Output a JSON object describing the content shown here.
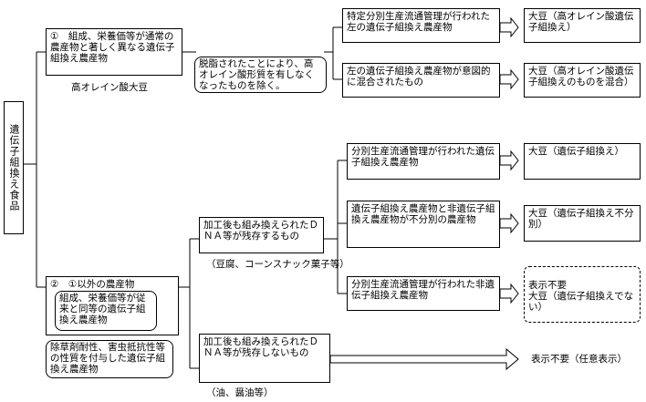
{
  "root": {
    "label": "遺伝子組換え食品"
  },
  "cat1": {
    "label": "①　組成、栄養価等が通常の農産物と著しく異なる遺伝子組換え農産物",
    "example": "高オレイン酸大豆",
    "note": "脱脂されたことにより、高オレイン酸形質を有しなくなったものを除く。",
    "rows": [
      {
        "condition": "特定分別生産流通管理が行われた左の遺伝子組換え農産物",
        "result": "大豆（高オレイン酸遺伝子組換え）"
      },
      {
        "condition": "左の遺伝子組換え農産物が意図的に混合されたもの",
        "result": "大豆（高オレイン酸遺伝子組換えのものを混合）"
      }
    ]
  },
  "cat2": {
    "label": "②　①以外の農産物",
    "note1": "組成、栄養価等が従来と同等の遺伝子組換え農産物",
    "note2": "除草剤耐性、害虫抵抗性等の性質を付与した遺伝子組換え農産物",
    "processed_dna": {
      "label": "加工後も組み換えられたＤＮＡ等が残存するもの",
      "example": "（豆腐、コーンスナック菓子等）",
      "rows": [
        {
          "condition": "分別生産流通管理が行われた遺伝子組換え農産物",
          "result": "大豆（遺伝子組換え）"
        },
        {
          "condition": "遺伝子組換え農産物と非遺伝子組換え農産物が不分別の農産物",
          "result": "大豆（遺伝子組換え不分別）"
        },
        {
          "condition": "分別生産流通管理が行われた非遺伝子組換え農産物",
          "result": "表示不要\n大豆（遺伝子組換えでない）"
        }
      ]
    },
    "processed_no_dna": {
      "label": "加工後も組み換えられたＤＮＡ等が残存しないもの",
      "example": "（油、醤油等）",
      "result": "表示不要（任意表示）"
    }
  }
}
